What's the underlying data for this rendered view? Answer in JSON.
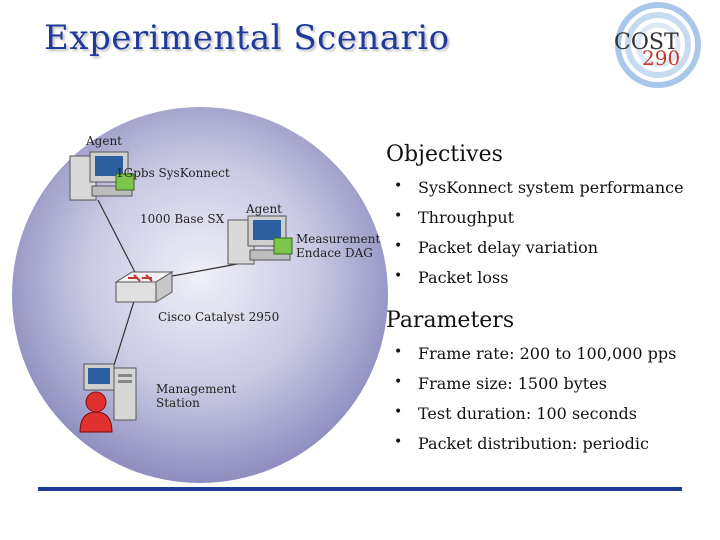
{
  "slide": {
    "title": "Experimental Scenario"
  },
  "logo": {
    "line1": "COST",
    "line2": "290"
  },
  "diagram": {
    "agent_top": "Agent",
    "link_gbps": "1Gpbs SysKonnect",
    "link_sx": "1000 Base SX",
    "agent_mid": "Agent",
    "measurement_line1": "Measurement",
    "measurement_line2": "Endace DAG",
    "switch": "Cisco Catalyst 2950",
    "mgmt_line1": "Management",
    "mgmt_line2": "Station"
  },
  "objectives": {
    "heading": "Objectives",
    "items": [
      "SysKonnect system performance",
      "Throughput",
      "Packet delay variation",
      "Packet loss"
    ]
  },
  "parameters": {
    "heading": "Parameters",
    "items": [
      "Frame rate: 200 to 100,000 pps",
      "Frame size: 1500 bytes",
      "Test duration: 100 seconds",
      "Packet distribution: periodic"
    ]
  },
  "colors": {
    "title": "#1f3a9a",
    "footer_line": "#1f3a9a",
    "logo_accent": "#c0392b"
  }
}
